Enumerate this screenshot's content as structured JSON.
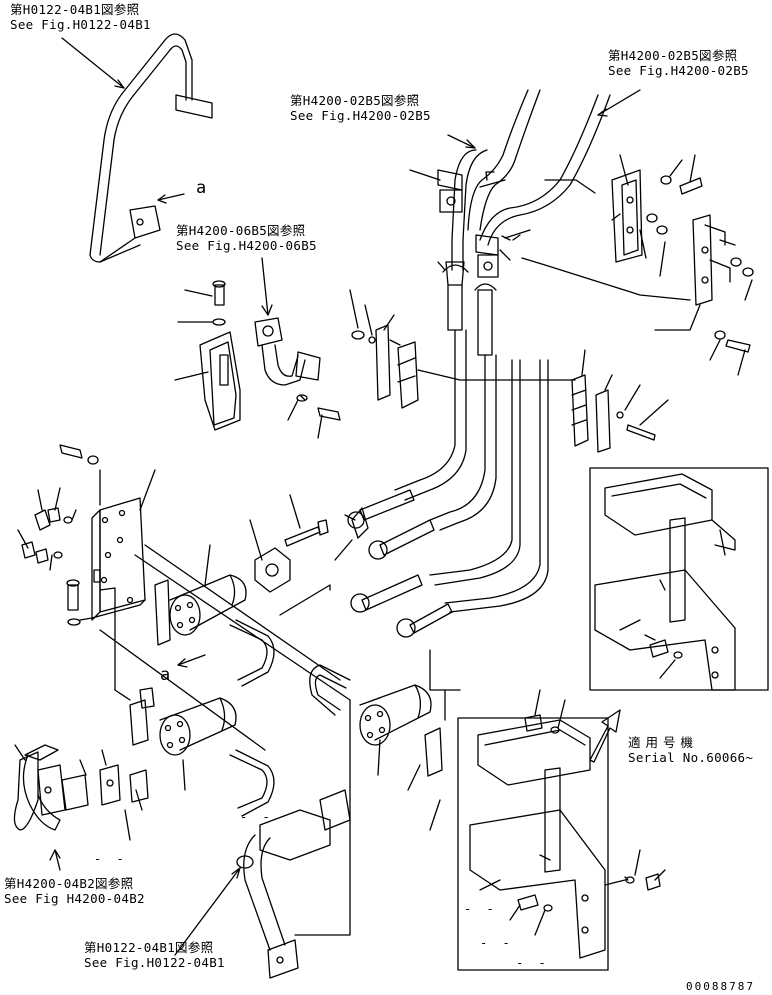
{
  "callouts": {
    "h0122_top": {
      "jp": "第H0122-04B1図参照",
      "en": "See Fig.H0122-04B1"
    },
    "h4200_02b5_mid": {
      "jp": "第H4200-02B5図参照",
      "en": "See Fig.H4200-02B5"
    },
    "h4200_02b5_right": {
      "jp": "第H4200-02B5図参照",
      "en": "See Fig.H4200-02B5"
    },
    "h4200_06b5": {
      "jp": "第H4200-06B5図参照",
      "en": "See Fig.H4200-06B5"
    },
    "h4200_04b2": {
      "jp": "第H4200-04B2図参照",
      "en": "See Fig H4200-04B2"
    },
    "h0122_bottom": {
      "jp": "第H0122-04B1図参照",
      "en": "See Fig.H0122-04B1"
    },
    "serial": {
      "jp": "適用号機",
      "en": "Serial No.60066~"
    }
  },
  "ref_marks": {
    "a_top": "a",
    "a_mid": "a"
  },
  "dashes": {
    "d1": "- -",
    "d2": "- -",
    "d3": "- -",
    "d4": "- -",
    "d5": "- -"
  },
  "part_number": "00088787"
}
